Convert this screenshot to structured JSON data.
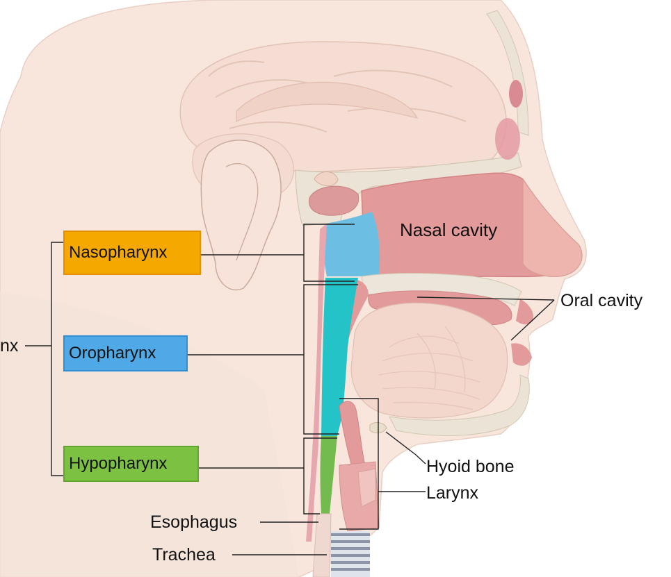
{
  "labels": {
    "pharynx": "nx",
    "nasopharynx": "Nasopharynx",
    "oropharynx": "Oropharynx",
    "hypopharynx": "Hypopharynx",
    "nasal_cavity": "Nasal cavity",
    "oral_cavity": "Oral cavity",
    "hyoid_bone": "Hyoid bone",
    "larynx": "Larynx",
    "esophagus": "Esophagus",
    "trachea": "Trachea"
  },
  "colors": {
    "nasopharynx_box": "#f5a800",
    "oropharynx_box": "#4fa9e6",
    "hypopharynx_box": "#7dc142",
    "nasopharynx_region": "#6cbfe3",
    "oropharynx_region": "#24c3c8",
    "hypopharynx_region": "#74bb4f",
    "cavity_pink": "#e39a9a",
    "skin": "#f7e4da",
    "bone": "#ece6da"
  }
}
